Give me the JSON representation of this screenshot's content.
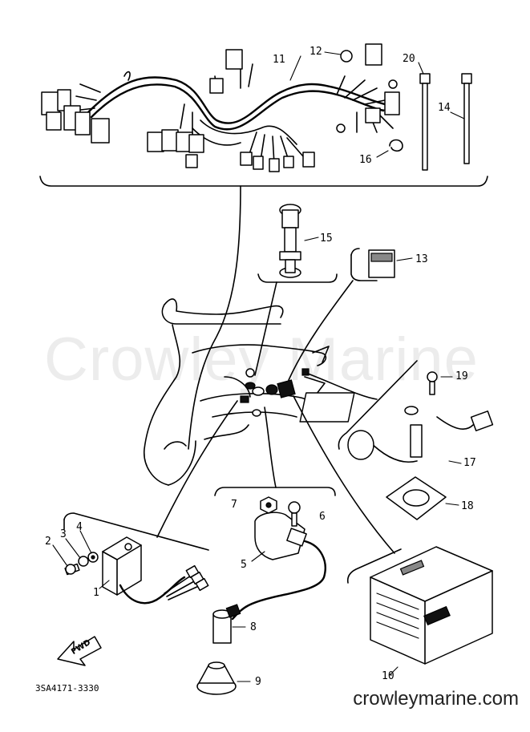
{
  "watermark": "Crowley Marine",
  "footer_url": "crowleymarine.com",
  "diagram_code": "3SA4171-3330",
  "forward_label": "FWD",
  "parts": {
    "p1": "1",
    "p2": "2",
    "p3": "3",
    "p4": "4",
    "p5": "5",
    "p6": "6",
    "p7": "7",
    "p8": "8",
    "p9": "9",
    "p10": "10",
    "p11": "11",
    "p12": "12",
    "p13": "13",
    "p14": "14",
    "p15": "15",
    "p16": "16",
    "p17": "17",
    "p18": "18",
    "p19": "19",
    "p20": "20"
  }
}
